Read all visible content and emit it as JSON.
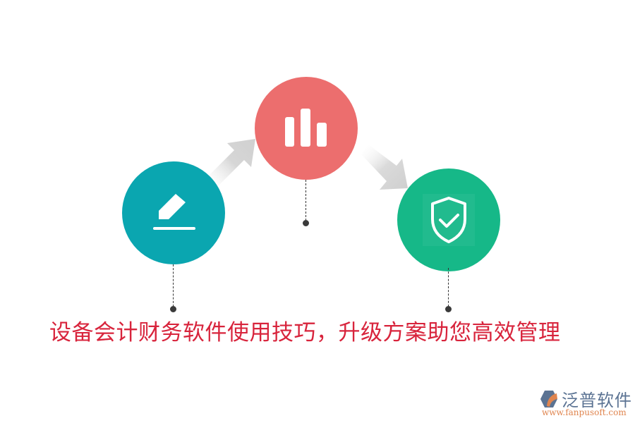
{
  "colors": {
    "step1": "#0aa6b0",
    "step2": "#ec6e6e",
    "step3": "#16b888",
    "title": "#d8243c",
    "arrow": "#d4d4d4",
    "connector": "#333333",
    "logo_text": "#5b7393",
    "logo_url": "#e0854f"
  },
  "steps": [
    {
      "id": "step-1",
      "icon": "pencil-edit-icon",
      "color": "#0aa6b0"
    },
    {
      "id": "step-2",
      "icon": "bar-chart-icon",
      "color": "#ec6e6e"
    },
    {
      "id": "step-3",
      "icon": "shield-check-icon",
      "color": "#16b888"
    }
  ],
  "arrows": [
    {
      "id": "arrow-1-to-2",
      "direction": "up-right"
    },
    {
      "id": "arrow-2-to-3",
      "direction": "down-right"
    }
  ],
  "title": "设备会计财务软件使用技巧，升级方案助您高效管理",
  "logo": {
    "name": "泛普软件",
    "url": "www.fanpusoft.com"
  }
}
